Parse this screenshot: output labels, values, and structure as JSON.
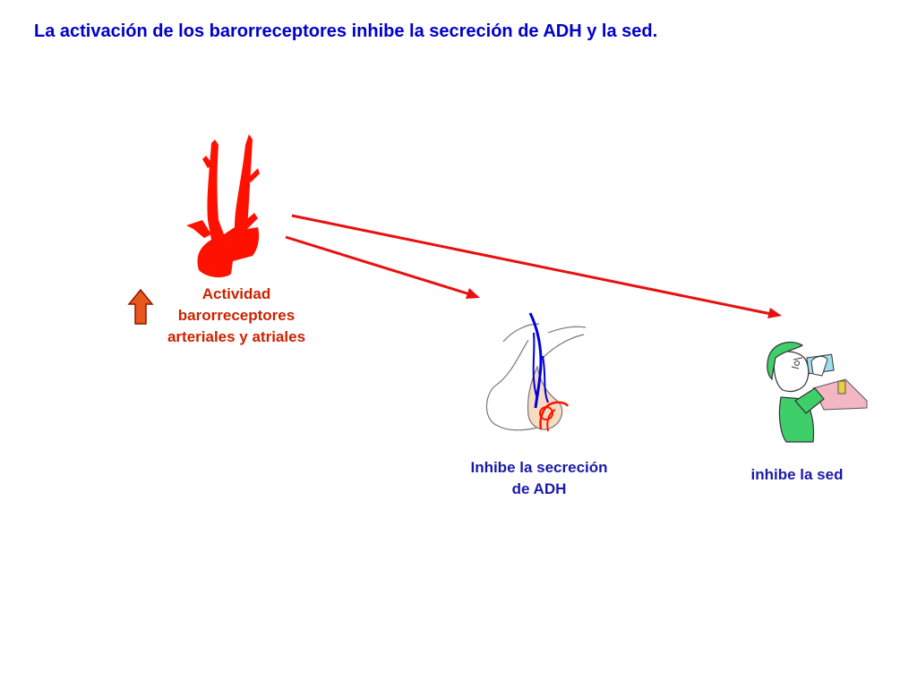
{
  "title": "La activación de los barorreceptores inhibe la secreción de ADH y la sed.",
  "colors": {
    "title": "#0000cc",
    "red_label": "#cc2200",
    "blue_label": "#1a1aaa",
    "artery": "#ff1100",
    "arrow": "#e8100e",
    "up_arrow_fill": "#e8571c",
    "vein": "#0000dd",
    "gland_fill": "#f7dcc0",
    "shirt": "#3fcf6a",
    "cap": "#3fcf6a",
    "skin": "#ffffff",
    "tray": "#f3b6c3"
  },
  "labels": {
    "barorreceptores": [
      "Actividad",
      "barorreceptores",
      "arteriales y atriales"
    ],
    "adh": [
      "Inhibe la secreción",
      "de ADH"
    ],
    "sed": [
      "inhibe la sed"
    ]
  },
  "icons": {
    "increase": "up-arrow-icon",
    "artery": "aortic-arch-icon",
    "pituitary": "pituitary-gland-icon",
    "thirst": "person-drinking-icon"
  }
}
